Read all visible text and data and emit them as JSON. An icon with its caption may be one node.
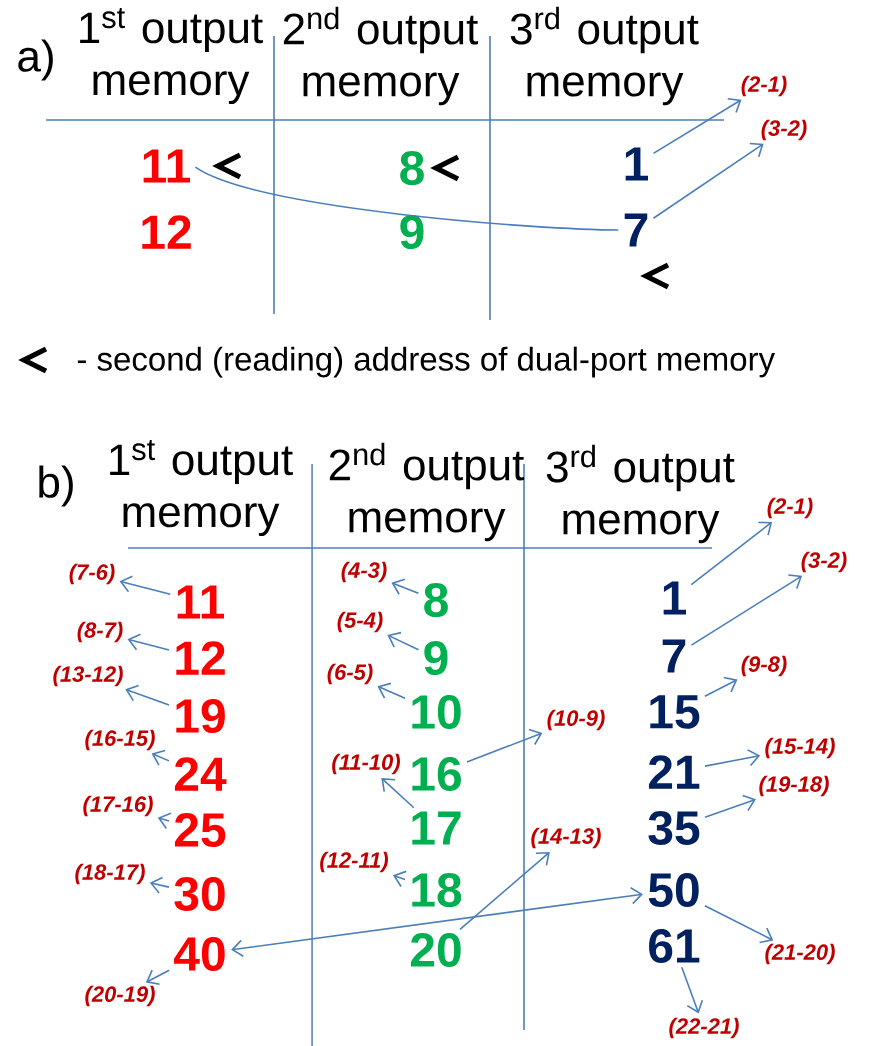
{
  "diagram": {
    "nodes": [
      {
        "text": [
          "11"
        ]
      },
      {
        "text": [
          "8"
        ]
      },
      {
        "text": [
          "1"
        ]
      },
      {
        "text": [
          "(2-1)"
        ]
      },
      {
        "text": [
          "(3-2)"
        ]
      },
      {
        "text": [
          "12"
        ]
      },
      {
        "text": [
          "9"
        ]
      },
      {
        "text": [
          "7"
        ]
      },
      {
        "text": [
          "(7-6)"
        ]
      },
      {
        "text": [
          "(4-3)"
        ]
      },
      {
        "text": [
          "(2-1)"
        ]
      },
      {
        "text": [
          "(3-2)"
        ]
      },
      {
        "text": [
          "11"
        ]
      },
      {
        "text": [
          "8"
        ]
      },
      {
        "text": [
          "1"
        ]
      },
      {
        "text": [
          "(8-7)"
        ]
      },
      {
        "text": [
          "(5-4)"
        ]
      },
      {
        "text": [
          "12"
        ]
      },
      {
        "text": [
          "9"
        ]
      },
      {
        "text": [
          "7"
        ]
      },
      {
        "text": [
          "(13-12)"
        ]
      },
      {
        "text": [
          "(6-5)"
        ]
      },
      {
        "text": [
          "(9-8)"
        ]
      },
      {
        "text": [
          "19"
        ]
      },
      {
        "text": [
          "10"
        ]
      },
      {
        "text": [
          "15"
        ]
      },
      {
        "text": [
          "(16-15)"
        ]
      },
      {
        "text": [
          "(10-9)"
        ]
      },
      {
        "text": [
          "(11-10)"
        ]
      },
      {
        "text": [
          "(15-14)"
        ]
      },
      {
        "text": [
          "24"
        ]
      },
      {
        "text": [
          "16"
        ]
      },
      {
        "text": [
          "21"
        ]
      },
      {
        "text": [
          "(19-18)"
        ]
      },
      {
        "text": [
          "(17-16)"
        ]
      },
      {
        "text": [
          "25"
        ]
      },
      {
        "text": [
          "17"
        ]
      },
      {
        "text": [
          "35"
        ]
      },
      {
        "text": [
          "(14-13)"
        ]
      },
      {
        "text": [
          "(18-17)"
        ]
      },
      {
        "text": [
          "(12-11)"
        ]
      },
      {
        "text": [
          "30"
        ]
      },
      {
        "text": [
          "18"
        ]
      },
      {
        "text": [
          "50"
        ]
      },
      {
        "text": [
          "40"
        ]
      },
      {
        "text": [
          "20"
        ]
      },
      {
        "text": [
          "61"
        ]
      },
      {
        "text": [
          "(21-20)"
        ]
      },
      {
        "text": [
          "(20-19)"
        ]
      },
      {
        "text": [
          "(22-21)"
        ]
      }
    ],
    "edges": [
      {
        "from": 2,
        "to": 3,
        "arrow": "to"
      },
      {
        "from": 7,
        "to": 4,
        "arrow": "to"
      },
      {
        "from": 0,
        "to": 7,
        "arrow": "none"
      },
      {
        "from": 12,
        "to": 8,
        "arrow": "to"
      },
      {
        "from": 17,
        "to": 15,
        "arrow": "to"
      },
      {
        "from": 23,
        "to": 20,
        "arrow": "to"
      },
      {
        "from": 30,
        "to": 26,
        "arrow": "to"
      },
      {
        "from": 35,
        "to": 34,
        "arrow": "to"
      },
      {
        "from": 41,
        "to": 39,
        "arrow": "to"
      },
      {
        "from": 44,
        "to": 48,
        "arrow": "to"
      },
      {
        "from": 13,
        "to": 9,
        "arrow": "to"
      },
      {
        "from": 18,
        "to": 16,
        "arrow": "to"
      },
      {
        "from": 24,
        "to": 21,
        "arrow": "to"
      },
      {
        "from": 31,
        "to": 27,
        "arrow": "to"
      },
      {
        "from": 36,
        "to": 28,
        "arrow": "to"
      },
      {
        "from": 42,
        "to": 40,
        "arrow": "to"
      },
      {
        "from": 45,
        "to": 38,
        "arrow": "to"
      },
      {
        "from": 14,
        "to": 10,
        "arrow": "to"
      },
      {
        "from": 19,
        "to": 11,
        "arrow": "to"
      },
      {
        "from": 25,
        "to": 22,
        "arrow": "to"
      },
      {
        "from": 32,
        "to": 29,
        "arrow": "to"
      },
      {
        "from": 37,
        "to": 33,
        "arrow": "to"
      },
      {
        "from": 43,
        "to": 47,
        "arrow": "to"
      },
      {
        "from": 46,
        "to": 49,
        "arrow": "to"
      },
      {
        "from": 44,
        "to": 43,
        "arrow": "both"
      }
    ],
    "labels": [
      "a)",
      "1$^{st}$ output memory",
      "2$^{nd}$ output memory",
      "3$^{rd}$ output memory",
      "b)",
      "1$^{st}$ output memory",
      "2$^{nd}$ output memory",
      "3$^{rd}$ output memory"
    ],
    "legend": [
      {
        "text": "- second (reading) address of dual-port memory"
      }
    ]
  }
}
